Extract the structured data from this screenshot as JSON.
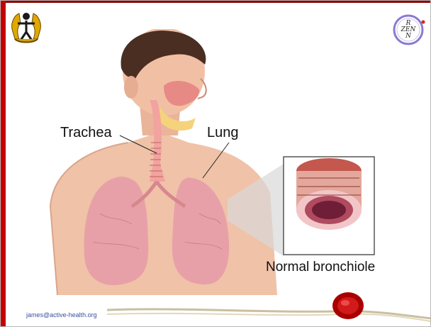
{
  "slide": {
    "background": "#ffffff",
    "accent_color": "#c40000"
  },
  "logos": {
    "left": {
      "icon": "figure-with-hands-logo-icon"
    },
    "right": {
      "icon": "zen-circle-logo-icon",
      "line1": "R",
      "line2": "ZEN",
      "line3": "N"
    }
  },
  "illustration": {
    "icon": "respiratory-anatomy-illustration",
    "labels": {
      "trachea": "Trachea",
      "lung": "Lung",
      "bronchiole": "Normal bronchiole"
    }
  },
  "footer": {
    "email": "james@active-health.org",
    "seal_icon": "wax-seal-icon",
    "swoosh_icon": "decorative-swoosh-icon"
  }
}
